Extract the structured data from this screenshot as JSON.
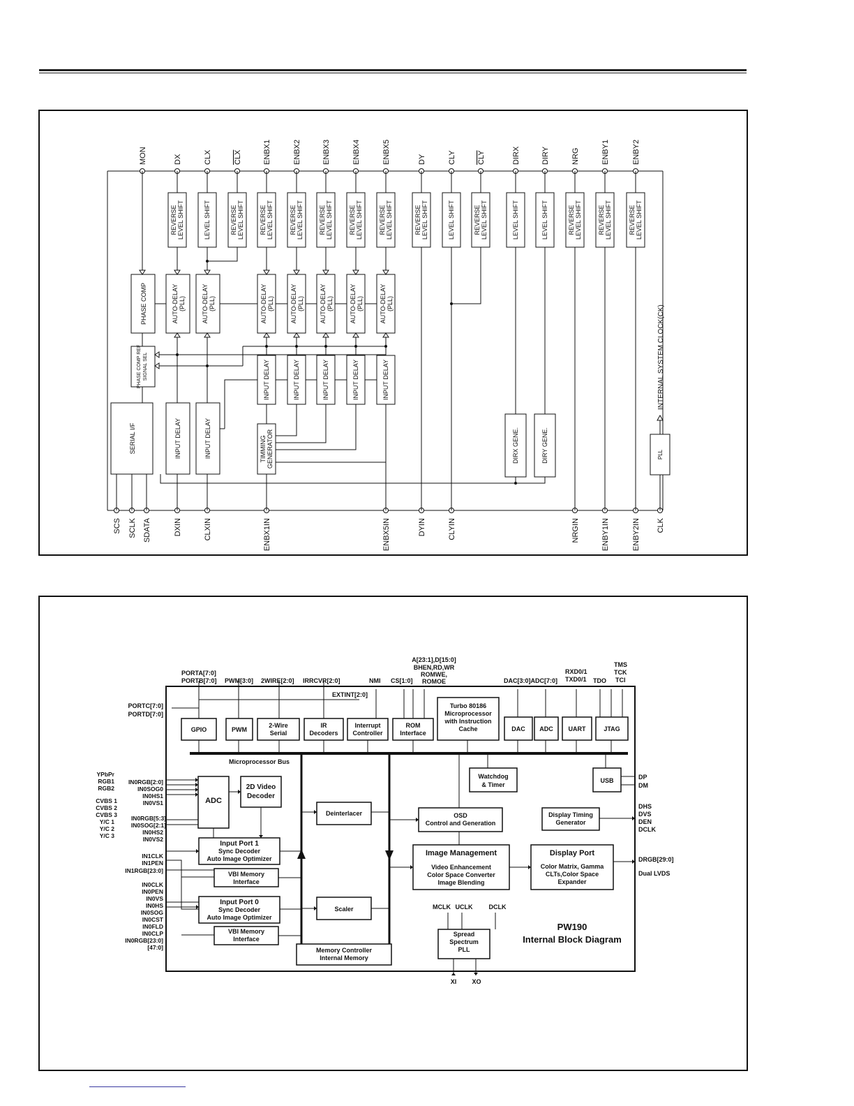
{
  "diagram1": {
    "top_pins": [
      "MON",
      "DX",
      "CLX",
      "CLX",
      "ENBX1",
      "ENBX2",
      "ENBX3",
      "ENBX4",
      "ENBX5",
      "DY",
      "CLY",
      "CLY",
      "DIRX",
      "DIRY",
      "NRG",
      "ENBY1",
      "ENBY2"
    ],
    "bottom_pins": [
      "SCS",
      "SCLK",
      "SDATA",
      "DXIN",
      "CLXIN",
      "ENBX1IN",
      "ENBX5IN",
      "DYIN",
      "CLYIN",
      "NRGIN",
      "ENBY1IN",
      "ENBY2IN",
      "CLK"
    ],
    "shift_blocks": {
      "reverse_level_shift": [
        "REVERSE",
        "LEVEL SHIFT"
      ],
      "level_shift": "LEVEL SHIFT"
    },
    "auto_delay": [
      "AUTO-DELAY",
      "(PLL)"
    ],
    "input_delay": "INPUT DELAY",
    "phase_comp": "PHASE COMP",
    "phase_comp_ref": [
      "PHASE COMP REF",
      "SIGNAL SEL"
    ],
    "serial_if": "SERIAL I/F",
    "timing_generator": [
      "TIMMING",
      "GENERATOR"
    ],
    "dirx_gene": "DIRX GENE.",
    "diry_gene": "DIRY GENE.",
    "pll": "PLL",
    "internal_clock": "INTERNAL SYSTEM CLOCK(CK)"
  },
  "diagram2": {
    "title_line1": "PW190",
    "title_line2": "Internal Block Diagram",
    "top_signals": {
      "porta": "PORTA[7:0]",
      "portb": "PORTB[7:0]",
      "pwm": "PWM[3:0]",
      "twowire": "2WIRE[2:0]",
      "irrcvr": "IRRCVR[2:0]",
      "nmi": "NMI",
      "cs": "CS[1:0]",
      "addr1": "A[23:1],D[15:0]",
      "addr2": "BHEN,RD,WR",
      "addr3": "ROMWE,",
      "addr4": "ROMOE",
      "dacadc": "DAC[3:0]ADC[7:0]",
      "rxd": "RXD0/1",
      "txd": "TXD0/1",
      "tdo": "TDO",
      "tms": "TMS",
      "tck": "TCK",
      "tci": "TCI",
      "extint": "EXTINT[2:0]"
    },
    "portc": "PORTC[7:0]",
    "portd": "PORTD[7:0]",
    "blocks": {
      "gpio": "GPIO",
      "pwm": "PWM",
      "twowire": [
        "2-Wire",
        "Serial"
      ],
      "ir": [
        "IR",
        "Decoders"
      ],
      "interrupt": [
        "Interrupt",
        "Controller"
      ],
      "rom": [
        "ROM",
        "Interface"
      ],
      "turbo": [
        "Turbo 80186",
        "Microprocessor",
        "with Instruction",
        "Cache"
      ],
      "dac": "DAC",
      "adc_top": "ADC",
      "uart": "UART",
      "jtag": "JTAG",
      "bus": "Microprocessor Bus",
      "watchdog": [
        "Watchdog",
        "& Timer"
      ],
      "usb": "USB",
      "adc": "ADC",
      "video2d": [
        "2D Video",
        "Decoder"
      ],
      "deinterlacer": "Deinterlacer",
      "osd": [
        "OSD",
        "Control and Generation"
      ],
      "display_timing": [
        "Display Timing",
        "Generator"
      ],
      "input1": [
        "Input Port  1",
        "Sync Decoder",
        "Auto Image Optimizer"
      ],
      "vbi1": [
        "VBI Memory",
        "Interface"
      ],
      "image_mgmt": [
        "Image Management",
        "Video Enhancement",
        "Color Space Converter",
        "Image Blending"
      ],
      "display_port": [
        "Display Port",
        "Color Matrix, Gamma",
        "CLTs,Color Space",
        "Expander"
      ],
      "input0": [
        "Input Port  0",
        "Sync Decoder",
        "Auto Image Optimizer"
      ],
      "scaler": "Scaler",
      "vbi0": [
        "VBI Memory",
        "Interface"
      ],
      "memctrl": [
        "Memory Controller",
        "Internal Memory"
      ],
      "pll": [
        "Spread",
        "Spectrum",
        "PLL"
      ],
      "mclk": "MCLK",
      "uclk": "UCLK",
      "dclk": "DCLK",
      "xi": "XI",
      "xo": "XO"
    },
    "left_signals": {
      "ypbpr": "YPbPr",
      "rgb1": "RGB1",
      "rgb2": "RGB2",
      "in0rgb20": "IN0RGB[2:0]",
      "in0sog0": "IN0SOG0",
      "in0hs1": "IN0HS1",
      "in0vs1": "IN0VS1",
      "cvbs1": "CVBS 1",
      "cvbs2": "CVBS 2",
      "cvbs3": "CVBS 3",
      "yc1": "Y/C 1",
      "yc2": "Y/C 2",
      "yc3": "Y/C 3",
      "in0rgb53": "IN0RGB[5:3]",
      "in0sog21": "IN0SOG[2:1]",
      "in0hs2": "IN0HS2",
      "in0vs2": "IN0VS2",
      "in1clk": "IN1CLK",
      "in1pen": "IN1PEN",
      "in1rgb": "IN1RGB[23:0]",
      "in0clk": "IN0CLK",
      "in0pen": "IN0PEN",
      "in0vs": "IN0VS",
      "in0hs": "IN0HS",
      "in0sog": "IN0SOG",
      "in0cst": "IN0CST",
      "in0fld": "IN0FLD",
      "in0clp": "IN0CLP",
      "in0rgb": "IN0RGB[23:0]",
      "in0rgb47": "[47:0]"
    },
    "right_signals": {
      "dp": "DP",
      "dm": "DM",
      "dhs": "DHS",
      "dvs": "DVS",
      "den": "DEN",
      "dclk": "DCLK",
      "drgb": "DRGB[29:0]",
      "lvds": "Dual LVDS"
    }
  }
}
